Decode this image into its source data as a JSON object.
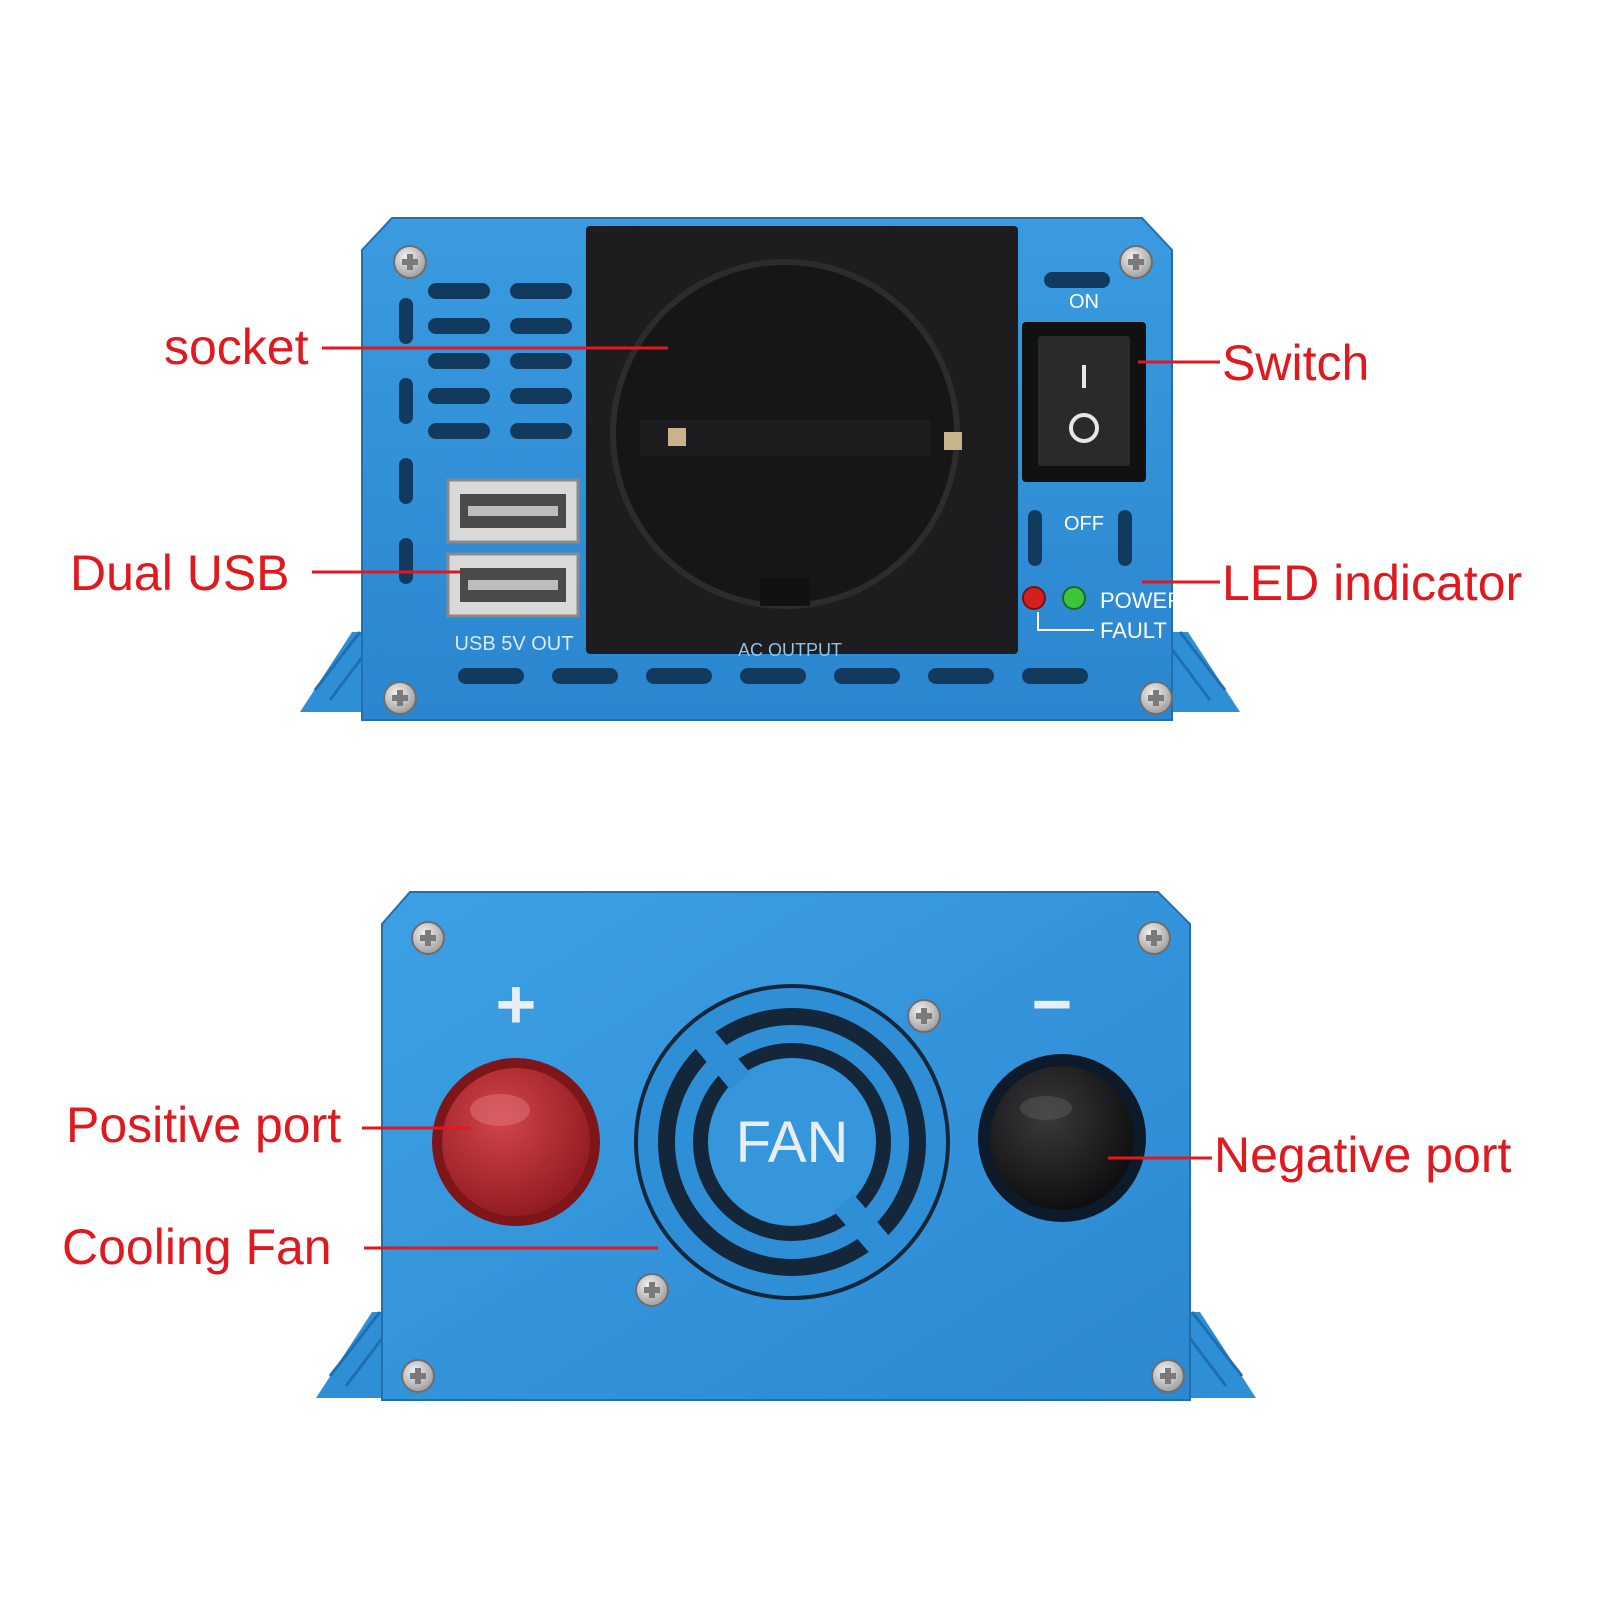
{
  "callouts": {
    "socket": "socket",
    "switch": "Switch",
    "dual_usb": "Dual USB",
    "led_indicator": "LED indicator",
    "positive_port": "Positive port",
    "negative_port": "Negative port",
    "cooling_fan": "Cooling Fan"
  },
  "panel_labels": {
    "on": "ON",
    "off": "OFF",
    "power": "POWER",
    "fault": "FAULT",
    "usb_out": "USB  5V  OUT",
    "ac_output": "AC OUTPUT",
    "fan": "FAN",
    "plus": "+",
    "minus": "−"
  },
  "colors": {
    "casing_blue": "#2f8fd6",
    "casing_light": "#4aa8e8",
    "callout_red": "#e0191e",
    "panel_black": "#1d1d1f",
    "positive_red": "#b3262b",
    "negative_black": "#1a1a1a",
    "led_red": "#d4201c",
    "led_green": "#3cc43c"
  }
}
